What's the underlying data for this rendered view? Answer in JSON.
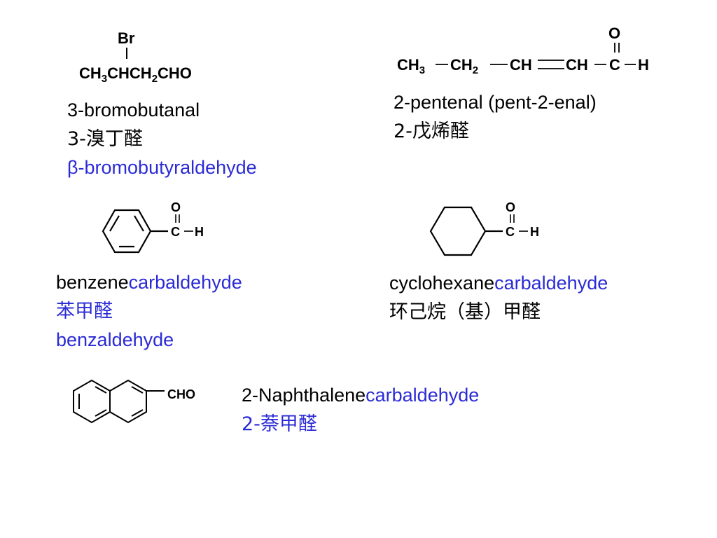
{
  "compounds": {
    "bromobutanal": {
      "structure": {
        "br": "Br",
        "chain_1": "CH",
        "sub_1": "3",
        "chain_2": "CHCH",
        "sub_2": "2",
        "chain_3": "CHO"
      },
      "iupac_name": "3-bromobutanal",
      "chinese_name": "3-溴丁醛",
      "common_name": "β-bromobutyraldehyde"
    },
    "pentenal": {
      "structure": {
        "ch3": "CH",
        "ch3_sub": "3",
        "ch2": "CH",
        "ch2_sub": "2",
        "ch_a": "CH",
        "ch_b": "CH",
        "c": "C",
        "o": "O",
        "h": "H"
      },
      "iupac_name": "2-pentenal (pent-2-enal)",
      "chinese_name": "2-戊烯醛"
    },
    "benzaldehyde": {
      "structure": {
        "o": "O",
        "c": "C",
        "h": "H"
      },
      "name_prefix": "benzene",
      "name_suffix": "carbaldehyde",
      "chinese_name": "苯甲醛",
      "common_name": "benzaldehyde"
    },
    "cyclohexanecarbaldehyde": {
      "structure": {
        "o": "O",
        "c": "C",
        "h": "H"
      },
      "name_prefix": "cyclohexane",
      "name_suffix": "carbaldehyde",
      "chinese_name": "环己烷（基）甲醛"
    },
    "naphthaldehyde": {
      "structure": {
        "cho": "CHO"
      },
      "name_prefix": "2-Naphthalene",
      "name_suffix": "carbaldehyde",
      "chinese_name": "2-萘甲醛"
    }
  },
  "colors": {
    "black": "#000000",
    "accent_blue": "#2b2bd6"
  }
}
